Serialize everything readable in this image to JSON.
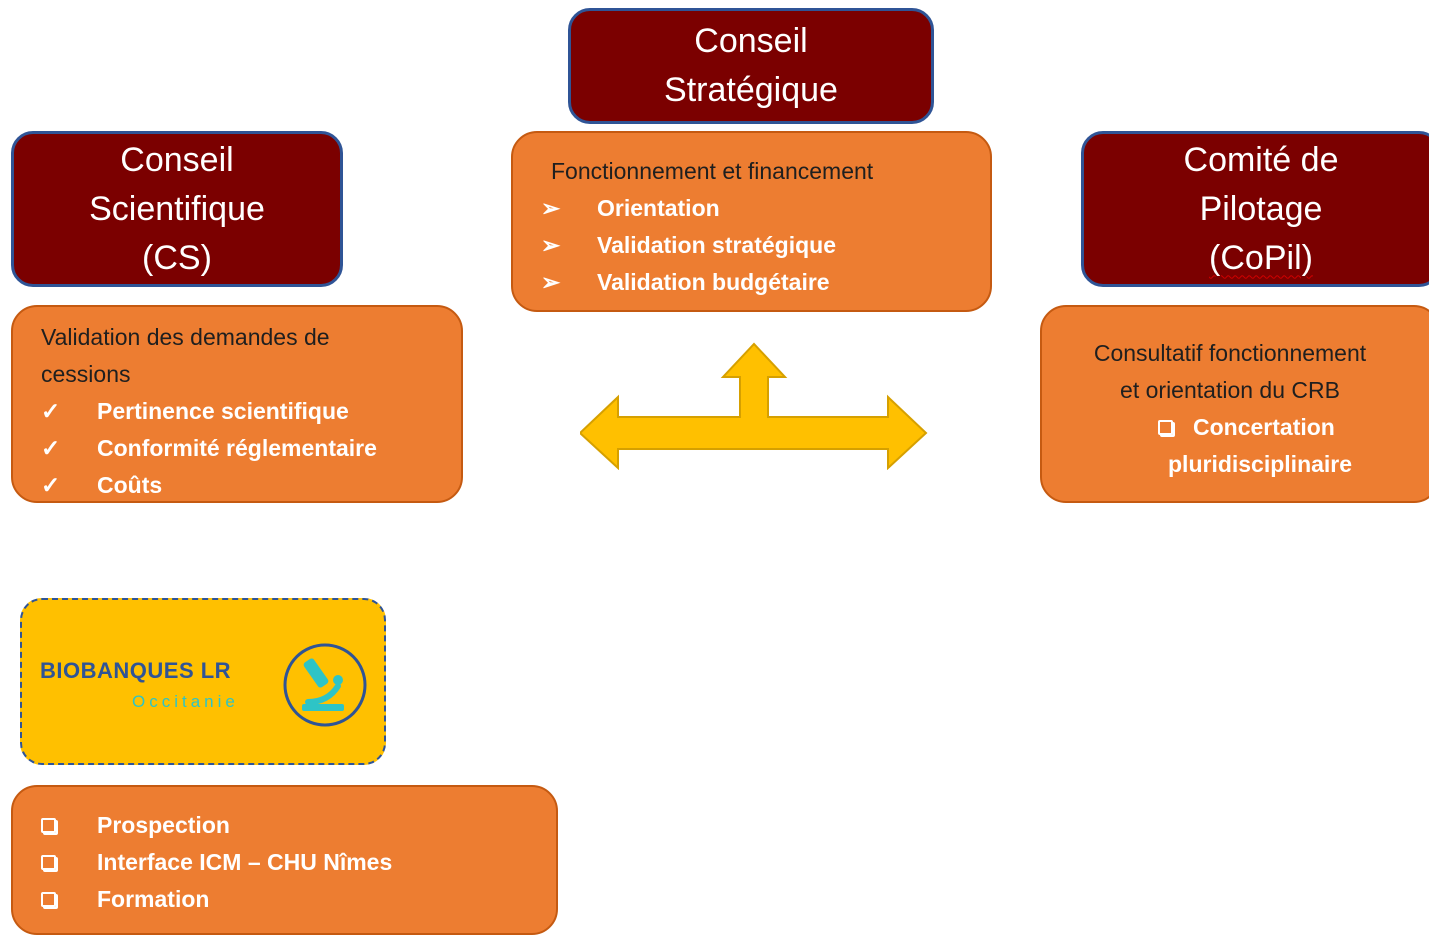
{
  "strategique": {
    "title_line1": "Conseil",
    "title_line2": "Stratégique",
    "heading": "Fonctionnement et financement",
    "items": [
      "Orientation",
      "Validation stratégique",
      "Validation budgétaire"
    ]
  },
  "scientifique": {
    "title_line1": "Conseil",
    "title_line2": "Scientifique",
    "title_line3": "(CS)",
    "heading_line1": "Validation des demandes de",
    "heading_line2": "cessions",
    "items": [
      "Pertinence scientifique",
      "Conformité réglementaire",
      "Coûts"
    ]
  },
  "copil": {
    "title_line1": "Comité de",
    "title_line2": "Pilotage",
    "title_line3": "(CoPil)",
    "heading_line1": "Consultatif fonctionnement",
    "heading_line2": "et orientation du CRB",
    "item_line1": "Concertation",
    "item_line2": "pluridisciplinaire"
  },
  "logo": {
    "name": "BIOBANQUES LR",
    "region": "Occitanie"
  },
  "biobanques": {
    "items": [
      "Prospection",
      "Interface ICM – CHU Nîmes",
      "Formation"
    ]
  },
  "colors": {
    "title_fill": "#7b0000",
    "panel_fill": "#ed7d31",
    "arrow_fill": "#ffc000",
    "logo_fill": "#ffc000",
    "border_blue": "#2f5496"
  },
  "icons": {
    "strategique_bullet": "arrowhead-bullet-icon",
    "scientifique_bullet": "checkmark-icon",
    "square_bullet": "square-bullet-icon",
    "connector": "three-way-arrow-icon",
    "logo_emblem": "microscope-icon"
  }
}
